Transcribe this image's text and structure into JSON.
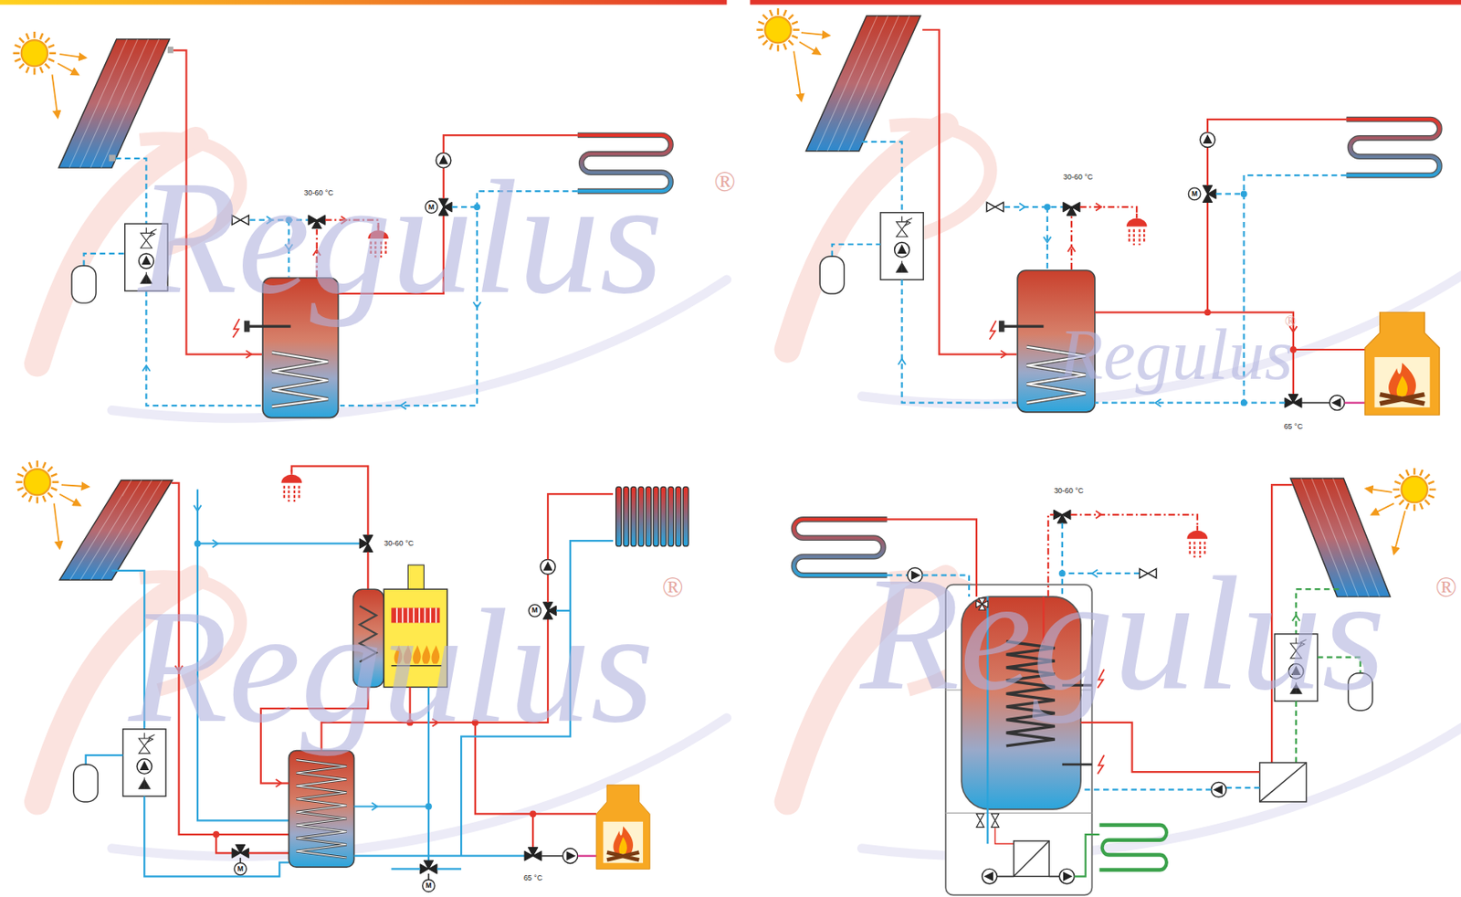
{
  "diagram": {
    "labels": [
      "30-60 °C",
      "M",
      "Regulus",
      "®",
      "30-60 °C",
      "M",
      "65 °C",
      "Regulus",
      "®",
      "30-60 °C",
      "M",
      "M",
      "M",
      "65 °C",
      "Regulus",
      "®",
      "30-60 °C",
      "Regulus",
      "®"
    ]
  }
}
